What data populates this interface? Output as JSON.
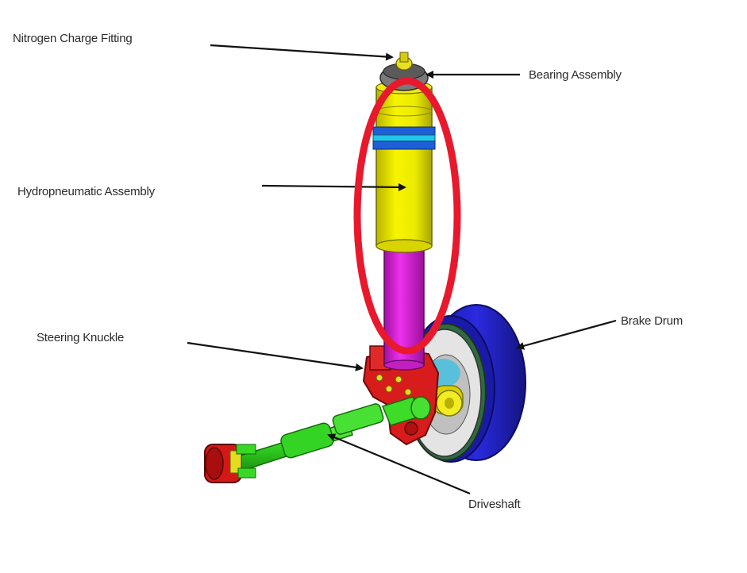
{
  "labels": {
    "nitrogen": "Nitrogen Charge Fitting",
    "bearing": "Bearing Assembly",
    "hydro": "Hydropneumatic Assembly",
    "steering": "Steering Knuckle",
    "brake": "Brake Drum",
    "driveshaft": "Driveshaft"
  },
  "colors": {
    "hydro_yellow": "#f2f000",
    "rod_magenta": "#e020e0",
    "band_blue": "#1e5fd8",
    "band_cyan": "#22c4e8",
    "drum_blue": "#1c1cd0",
    "knuckle_red": "#d81c1c",
    "shaft_green": "#30d020",
    "highlight_red": "#e8192c",
    "bearing_gray": "#6a6a6a"
  }
}
